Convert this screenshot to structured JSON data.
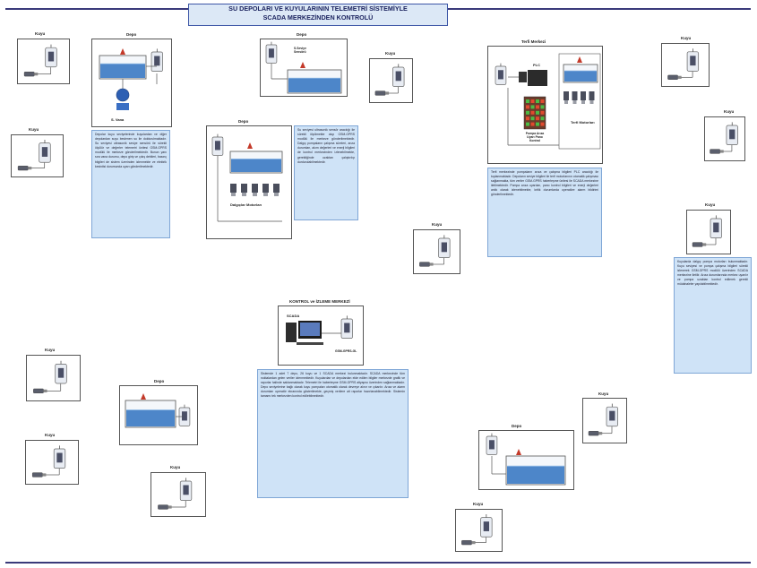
{
  "header": {
    "title_line1": "SU DEPOLARI VE KUYULARININ TELEMETRİ SİSTEMİYLE",
    "title_line2": "SCADA MERKEZİNDEN KONTROLÜ"
  },
  "labels": {
    "kuyu": "Kuyu",
    "depo": "Depo",
    "terfi_merkezi": "Terfi Merkezi",
    "kontrol_merkezi": "KONTROL ve İZLEME MERKEZİ",
    "scada": "SCADA",
    "plc": "PLC",
    "gsm_unit": "GSM-GPRS-GL",
    "terfi_motorlari": "Terfi Motorları",
    "dalgic_motorlari": "Dalgıçlar Motorları",
    "s_vana": "S. Vana",
    "seviye_sensoru": "S.Seviye Sensörü",
    "pompa_legend": "Pompa Arıza Uyarı Pano Kontrol"
  },
  "notes": {
    "depo_valve": "Depolar kuyu seviyelerinde kuyulardan ve diğer depolardan suyu beslenen su ile doldurulmaktadır. Su seviyesi ultrasonik seviye sensörü ile sürekli ölçülür ve değerler telemetri ünitesi GSM-GPRS modülü ile merkeze gönderilmektedir. Bunun yanı sıra vana durumu, depo giriş ve çıkış debileri, basınç bilgileri de sistem üzerinden izlenmekte ve elektrik kesintisi durumunda uyarı gönderilmektedir.",
    "depo_dalgic": "Su seviyesi ultrasonik sensör aracılığı ile sürekli ölçülmekte olup GSM-GPRS modülü ile merkeze gönderilmektedir. Dalgıç pompaların çalışma süreleri, arıza durumları, akım değerleri ve enerji bilgileri de kontrol merkezinden izlenebilmekte, gerektiğinde uzaktan çalıştırılıp durdurulabilmektedir.",
    "terfi": "Terfi merkezinde pompaların arıza ve çalışma bilgileri PLC aracılığı ile toplanmaktadır. Depoların seviye bilgileri ile terfi motorlarının otomatik çalışması sağlanmakta, tüm veriler GSM-GPRS haberleşme ünitesi ile SCADA merkezine iletilmektedir. Pompa arıza uyarıları, pano kontrol bilgileri ve enerji değerleri anlık olarak izlenebilmekte, kritik durumlarda operatöre alarm bildirimi gönderilmektedir.",
    "kuyu_right": "Kuyularda dalgıç pompa motorları bulunmaktadır. Kuyu seviyesi ve pompa çalışma bilgileri sürekli izlenerek GSM-GPRS modülü üzerinden SCADA merkezine iletilir. Arıza durumlarında merkez uyarılır ve pompa uzaktan kontrol edilerek gerekli müdahaleler yapılabilmektedir.",
    "kontrol": "Sistemde 1 adet 7 depo, 26 kuyu ve 1 SCADA merkezi bulunmaktadır. SCADA merkezinde tüm noktalardan gelen veriler izlenmektedir. Kuyulardan ve depolardan elde edilen bilgiler merkezde grafik ve raporlar halinde saklanmaktadır. Telemetri ile haberleşme GSM-GPRS altyapısı üzerinden sağlanmaktadır. Depo seviyelerine bağlı olarak kuyu pompaları otomatik olarak devreye alınır ve çıkarılır. Arıza ve alarm durumları operatör ekranında gösterilmekte, geçmiş verilere ait raporlar hazırlanabilmektedir. Sistemin tamamı tek merkezden kontrol edilebilmektedir."
  },
  "colors": {
    "title_bg": "#dce8f6",
    "title_border": "#3d56a6",
    "note_bg": "#cfe3f7",
    "water": "#4d86c9",
    "frame_line": "#3a3a7a"
  }
}
